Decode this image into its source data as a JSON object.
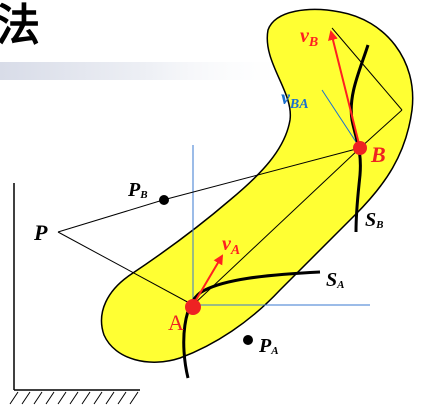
{
  "title_fragment": "法",
  "colors": {
    "title_blue": "#1a3a8c",
    "body_fill": "#ffff33",
    "outline": "#000000",
    "velocity": "#ff2020",
    "relative_velocity": "#1a6fd0",
    "guide_lines": "#3a78d0",
    "point_red": "#ee2222",
    "ground_hatch": "#000000"
  },
  "labels": {
    "vB_main": "v",
    "vB_sub": "B",
    "vBA_main": "v",
    "vBA_sub": "BA",
    "vA_main": "v",
    "vA_sub": "A",
    "B": "B",
    "A": "A",
    "P": "P",
    "PB_main": "P",
    "PB_sub": "B",
    "PA_main": "P",
    "PA_sub": "A",
    "SA_main": "S",
    "SA_sub": "A",
    "SB_main": "S",
    "SB_sub": "B"
  }
}
